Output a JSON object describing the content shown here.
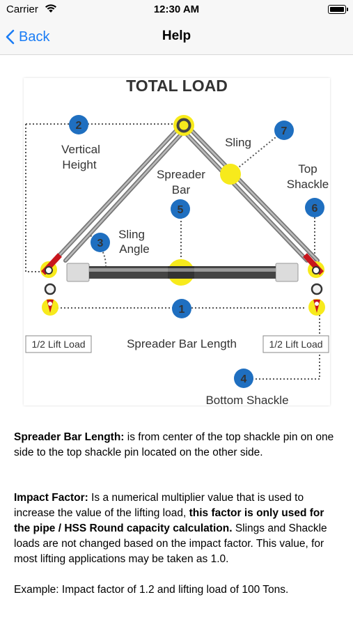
{
  "status_bar": {
    "carrier": "Carrier",
    "time": "12:30 AM"
  },
  "nav": {
    "back_label": "Back",
    "title": "Help"
  },
  "diagram": {
    "title": "TOTAL LOAD",
    "labels": {
      "vertical_height_1": "Vertical",
      "vertical_height_2": "Height",
      "sling": "Sling",
      "spreader_bar_1": "Spreader",
      "spreader_bar_2": "Bar",
      "top_shackle_1": "Top",
      "top_shackle_2": "Shackle",
      "sling_angle_1": "Sling",
      "sling_angle_2": "Angle",
      "half_lift_left": "1/2 Lift Load",
      "spreader_bar_length": "Spreader Bar Length",
      "half_lift_right": "1/2 Lift Load",
      "bottom_shackle": "Bottom Shackle"
    },
    "markers": [
      "1",
      "2",
      "3",
      "4",
      "5",
      "6",
      "7"
    ],
    "colors": {
      "marker_blue": "#1f6fc0",
      "highlight_yellow": "#f7ea1c",
      "shackle_red": "#c8161d"
    }
  },
  "content": {
    "p1_bold": "Spreader Bar Length:",
    "p1_text": " is from center of the top shackle pin on one side to the top shackle pin located on the other side.",
    "p2_bold": "Impact Factor:",
    "p2_text": " Is a numerical multiplier value that is used to increase the value of the lifting load, ",
    "p2_bold2": "this factor is only used for the pipe / HSS Round capacity calculation.",
    "p2_text2": " Slings and Shackle loads are not changed based on the impact factor. This value, for most lifting applications may be taken as 1.0.",
    "p3_text": "Example: Impact factor of 1.2 and lifting load of 100 Tons."
  }
}
